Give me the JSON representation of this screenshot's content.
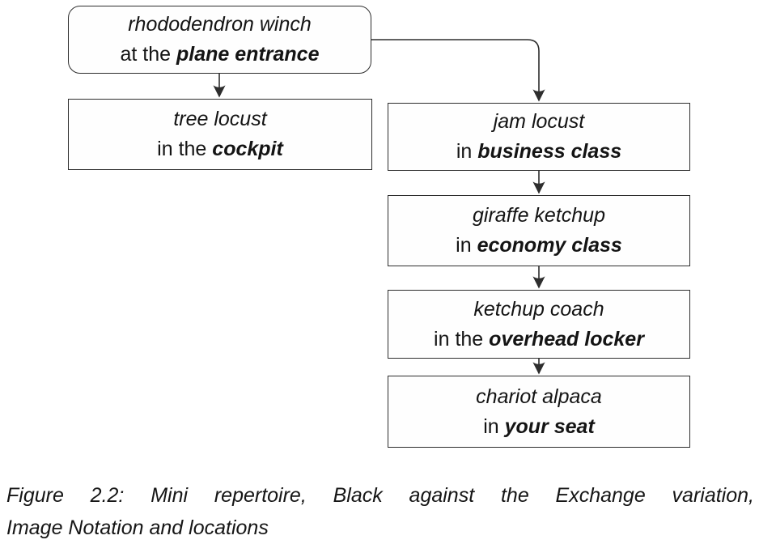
{
  "diagram": {
    "root": {
      "line1": "rhododendron winch",
      "prefix": "at the",
      "location": "plane entrance"
    },
    "left": {
      "line1": "tree locust",
      "prefix": "in the",
      "location": "cockpit"
    },
    "chain": [
      {
        "line1": "jam locust",
        "prefix": "in",
        "location": "business class"
      },
      {
        "line1": "giraffe ketchup",
        "prefix": "in",
        "location": "economy class"
      },
      {
        "line1": "ketchup coach",
        "prefix": "in the",
        "location": "overhead locker"
      },
      {
        "line1": "chariot alpaca",
        "prefix": "in",
        "location": "your seat"
      }
    ]
  },
  "caption": {
    "line1": "Figure 2.2: Mini repertoire, Black against the Exchange variation,",
    "line2": "Image Notation and locations"
  },
  "colors": {
    "background": "#ffffff",
    "box_border": "#2e2e2e",
    "arrow": "#2e2e2e",
    "text": "#141414"
  }
}
